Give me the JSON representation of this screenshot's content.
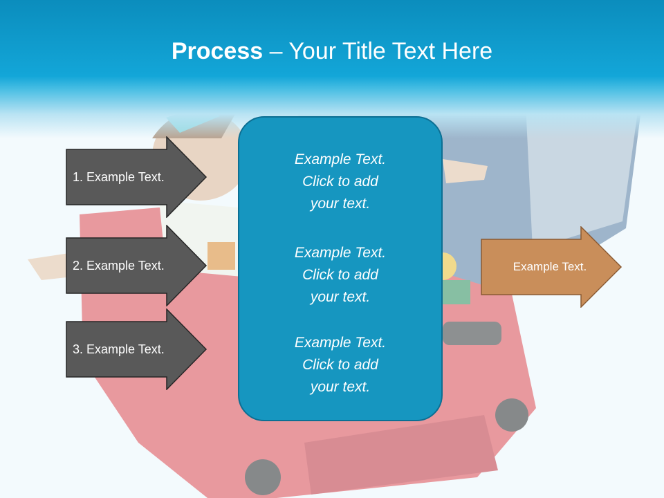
{
  "title": {
    "bold": "Process",
    "rest": " – Your Title Text Here"
  },
  "left_steps": [
    {
      "label": "1. Example Text."
    },
    {
      "label": "2. Example Text."
    },
    {
      "label": "3. Example Text."
    }
  ],
  "center_items": [
    {
      "line1": "Example Text.",
      "line2": "Click  to add",
      "line3": "your text."
    },
    {
      "line1": "Example Text.",
      "line2": "Click  to add",
      "line3": "your text."
    },
    {
      "line1": "Example Text.",
      "line2": "Click  to add",
      "line3": "your text."
    }
  ],
  "right_step": {
    "label": "Example Text."
  },
  "colors": {
    "header": "#13a6d8",
    "step_fill": "#595959",
    "center_fill": "#1696c0",
    "result_fill": "#c98e5a"
  }
}
